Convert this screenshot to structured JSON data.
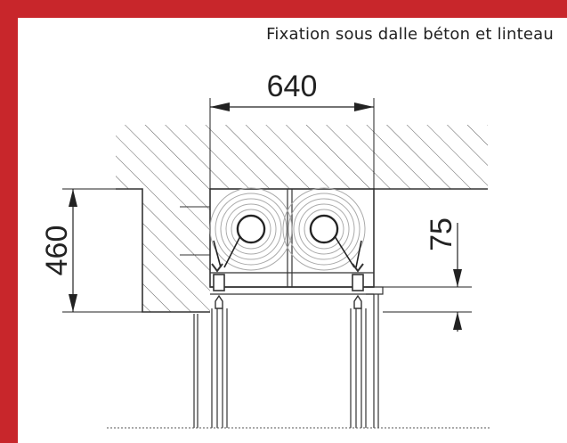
{
  "caption": "Fixation sous dalle béton et linteau",
  "dimensions": {
    "width": "640",
    "height": "460",
    "offset": "75"
  },
  "colors": {
    "frame": "#c8262b",
    "line": "#333333",
    "background": "#ffffff"
  }
}
